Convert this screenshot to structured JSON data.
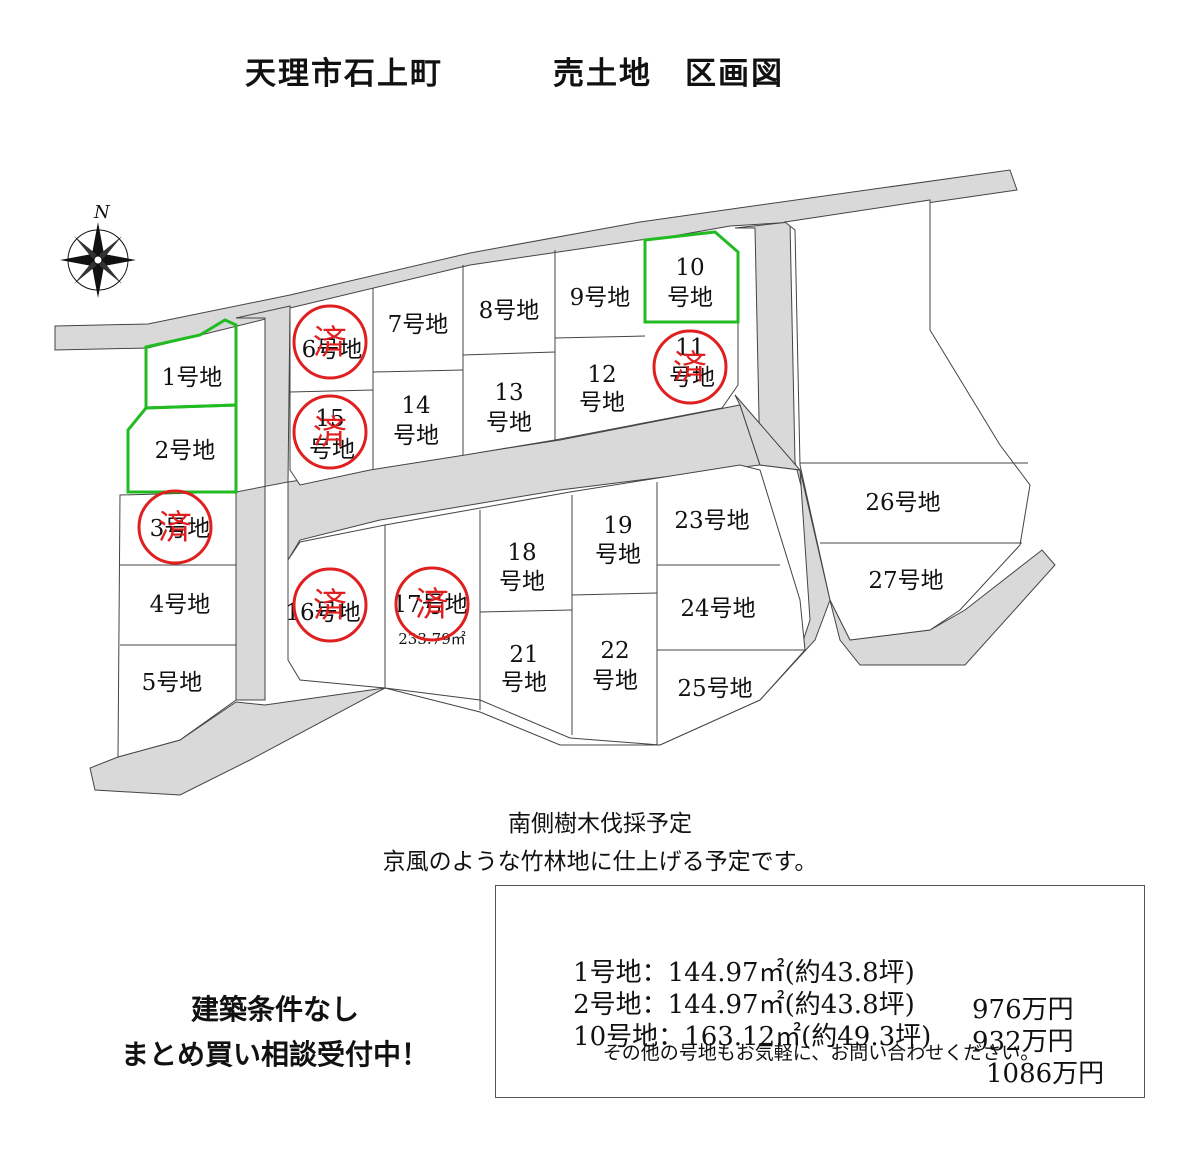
{
  "header": {
    "location": "天理市石上町",
    "title": "売土地　区画図"
  },
  "compass": {
    "label": "N"
  },
  "lots": {
    "l1": {
      "label": "1号地",
      "sold": false,
      "highlight": true
    },
    "l2": {
      "label": "2号地",
      "sold": false,
      "highlight": true
    },
    "l3": {
      "label": "3号地",
      "sold": true
    },
    "l4": {
      "label": "4号地",
      "sold": false
    },
    "l5": {
      "label": "5号地",
      "sold": false
    },
    "l6": {
      "label": "6号地",
      "sold": true
    },
    "l7": {
      "label": "7号地",
      "sold": false
    },
    "l8": {
      "label": "8号地",
      "sold": false
    },
    "l9": {
      "label": "9号地",
      "sold": false
    },
    "l10": {
      "label_num": "10",
      "label_suffix": "号地",
      "sold": false,
      "highlight": true
    },
    "l11": {
      "label_num": "11",
      "label_suffix": "号地",
      "sold": true
    },
    "l12": {
      "label_num": "12",
      "label_suffix": "号地",
      "sold": false
    },
    "l13": {
      "label_num": "13",
      "label_suffix": "号地",
      "sold": false
    },
    "l14": {
      "label_num": "14",
      "label_suffix": "号地",
      "sold": false
    },
    "l15": {
      "label_num": "15",
      "label_suffix": "号地",
      "sold": true
    },
    "l16": {
      "label": "16号地",
      "sold": true
    },
    "l17": {
      "label": "17号地",
      "area": "233.79㎡",
      "sold": true
    },
    "l18": {
      "label_num": "18",
      "label_suffix": "号地",
      "sold": false
    },
    "l19": {
      "label_num": "19",
      "label_suffix": "号地",
      "sold": false
    },
    "l21": {
      "label_num": "21",
      "label_suffix": "号地",
      "sold": false
    },
    "l22": {
      "label_num": "22",
      "label_suffix": "号地",
      "sold": false
    },
    "l23": {
      "label": "23号地",
      "sold": false
    },
    "l24": {
      "label": "24号地",
      "sold": false
    },
    "l25": {
      "label": "25号地",
      "sold": false
    },
    "l26": {
      "label": "26号地",
      "sold": false
    },
    "l27": {
      "label": "27号地",
      "sold": false
    }
  },
  "sold_stamp": "済",
  "notes": {
    "line1": "南側樹木伐採予定",
    "line2": "京風のような竹林地に仕上げる予定です。"
  },
  "lead": {
    "line1": "建築条件なし",
    "line2": "まとめ買い相談受付中！"
  },
  "prices": [
    {
      "lot": "1号地：144.97㎡(約43.8坪)",
      "price": "976万円"
    },
    {
      "lot": "2号地：144.97㎡(約43.8坪)",
      "price": "932万円"
    },
    {
      "lot": "10号地：163.12㎡(約49.3坪)",
      "price": "1086万円"
    }
  ],
  "price_note": "その他の号地もお気軽に、お問い合わせください。",
  "colors": {
    "road": "#d9d9d9",
    "highlight": "#22bb22",
    "stamp": "#e02020",
    "line": "#444444"
  }
}
